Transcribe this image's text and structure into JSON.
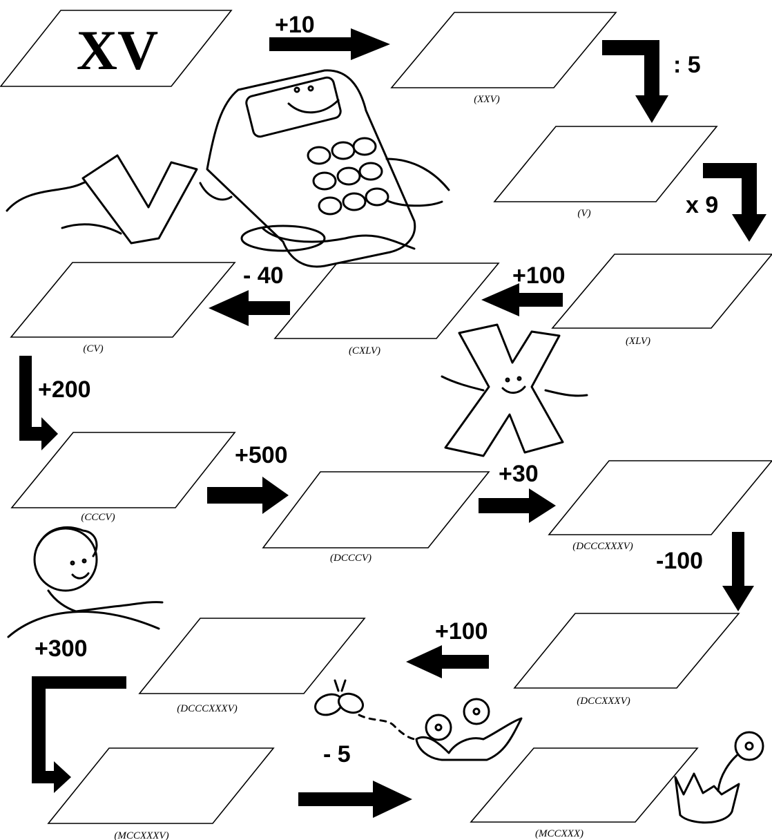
{
  "start_value": "XV",
  "operations": {
    "plus10": "+10",
    "div5": ": 5",
    "times9": "x 9",
    "plus100_a": "+100",
    "minus40": "- 40",
    "plus200": "+200",
    "plus500": "+500",
    "plus30": "+30",
    "minus100": "-100",
    "plus100_b": "+100",
    "plus300": "+300",
    "minus5": "- 5"
  },
  "answers": {
    "box2": "(XXV)",
    "box3": "(V)",
    "box4": "(XLV)",
    "box5": "(CXLV)",
    "box6": "(CV)",
    "box7": "(CCCV)",
    "box8": "(DCCCV)",
    "box9": "(DCCCXXXV)",
    "box10": "(DCCXXXV)",
    "box11": "(DCCCXXXV)",
    "box12": "(MCCXXXV)",
    "box13": "(MCCXXX)"
  },
  "illustrations": [
    "calculator-character",
    "roman-v-character",
    "roman-x-character",
    "boy-on-hill",
    "butterfly",
    "flowers",
    "single-flower"
  ]
}
